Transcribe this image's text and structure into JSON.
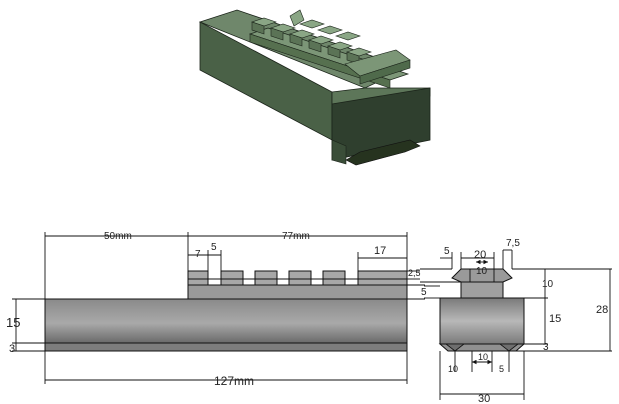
{
  "palette": {
    "body_dark": "#2f3f2e",
    "body_mid": "#5a7056",
    "body_light": "#7f9a79",
    "grey_face": "#6e6e6e",
    "grey_light": "#b0b0b0",
    "grey_dark": "#3c3c3c",
    "outline": "#111111"
  },
  "side_view": {
    "dims": {
      "length_50": "50mm",
      "length_77": "77mm",
      "slot_7": "7",
      "slot_5": "5",
      "rail_end_17": "17",
      "height_15": "15",
      "height_3": "3",
      "height_2_5": "2,5",
      "height_5": "5",
      "total_127": "127mm"
    }
  },
  "end_view": {
    "dims": {
      "top_5": "5",
      "top_20": "20",
      "top_7_5": "7,5",
      "top_10": "10",
      "right_10": "10",
      "right_15": "15",
      "right_28": "28",
      "right_3": "3",
      "bottom_10_left": "10",
      "bottom_10_mid": "10",
      "bottom_5": "5",
      "width_30": "30"
    }
  }
}
